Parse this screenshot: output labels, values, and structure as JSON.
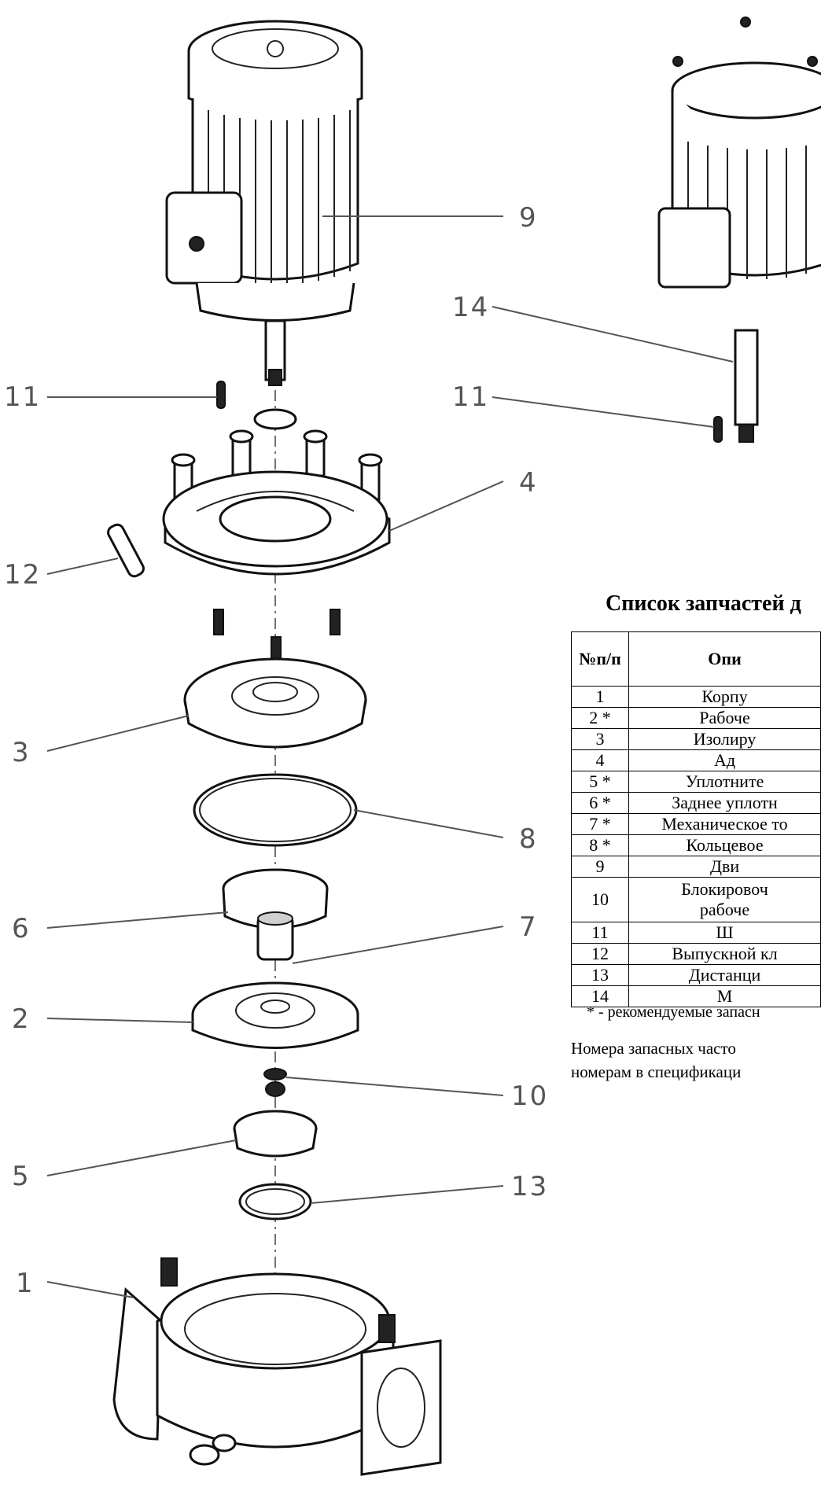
{
  "callouts": {
    "n1": "1",
    "n2": "2",
    "n3": "3",
    "n4": "4",
    "n5": "5",
    "n6": "6",
    "n7": "7",
    "n8": "8",
    "n9": "9",
    "n10": "10",
    "n11_left": "11",
    "n11_right": "11",
    "n12": "12",
    "n13": "13",
    "n14": "14"
  },
  "parts_list": {
    "title": "Список запчастей д",
    "headers": {
      "num": "№п/п",
      "desc": "Опи"
    },
    "rows": [
      {
        "num": "1",
        "desc": "Корпу"
      },
      {
        "num": "2 *",
        "desc": "Рабоче"
      },
      {
        "num": "3",
        "desc": "Изолиру"
      },
      {
        "num": "4",
        "desc": "Ад"
      },
      {
        "num": "5 *",
        "desc": "Уплотните"
      },
      {
        "num": "6 *",
        "desc": "Заднее уплотн"
      },
      {
        "num": "7 *",
        "desc": "Механическое то"
      },
      {
        "num": "8 *",
        "desc": "Кольцевое"
      },
      {
        "num": "9",
        "desc": "Дви"
      },
      {
        "num": "10",
        "desc": "Блокировоч\nрабоче"
      },
      {
        "num": "11",
        "desc": "Ш"
      },
      {
        "num": "12",
        "desc": "Выпускной кл"
      },
      {
        "num": "13",
        "desc": "Дистанци"
      },
      {
        "num": "14",
        "desc": "М"
      }
    ],
    "footnote": "* - рекомендуемые запасн",
    "note": "Номера запасных часто\nномерам в спецификаци"
  }
}
